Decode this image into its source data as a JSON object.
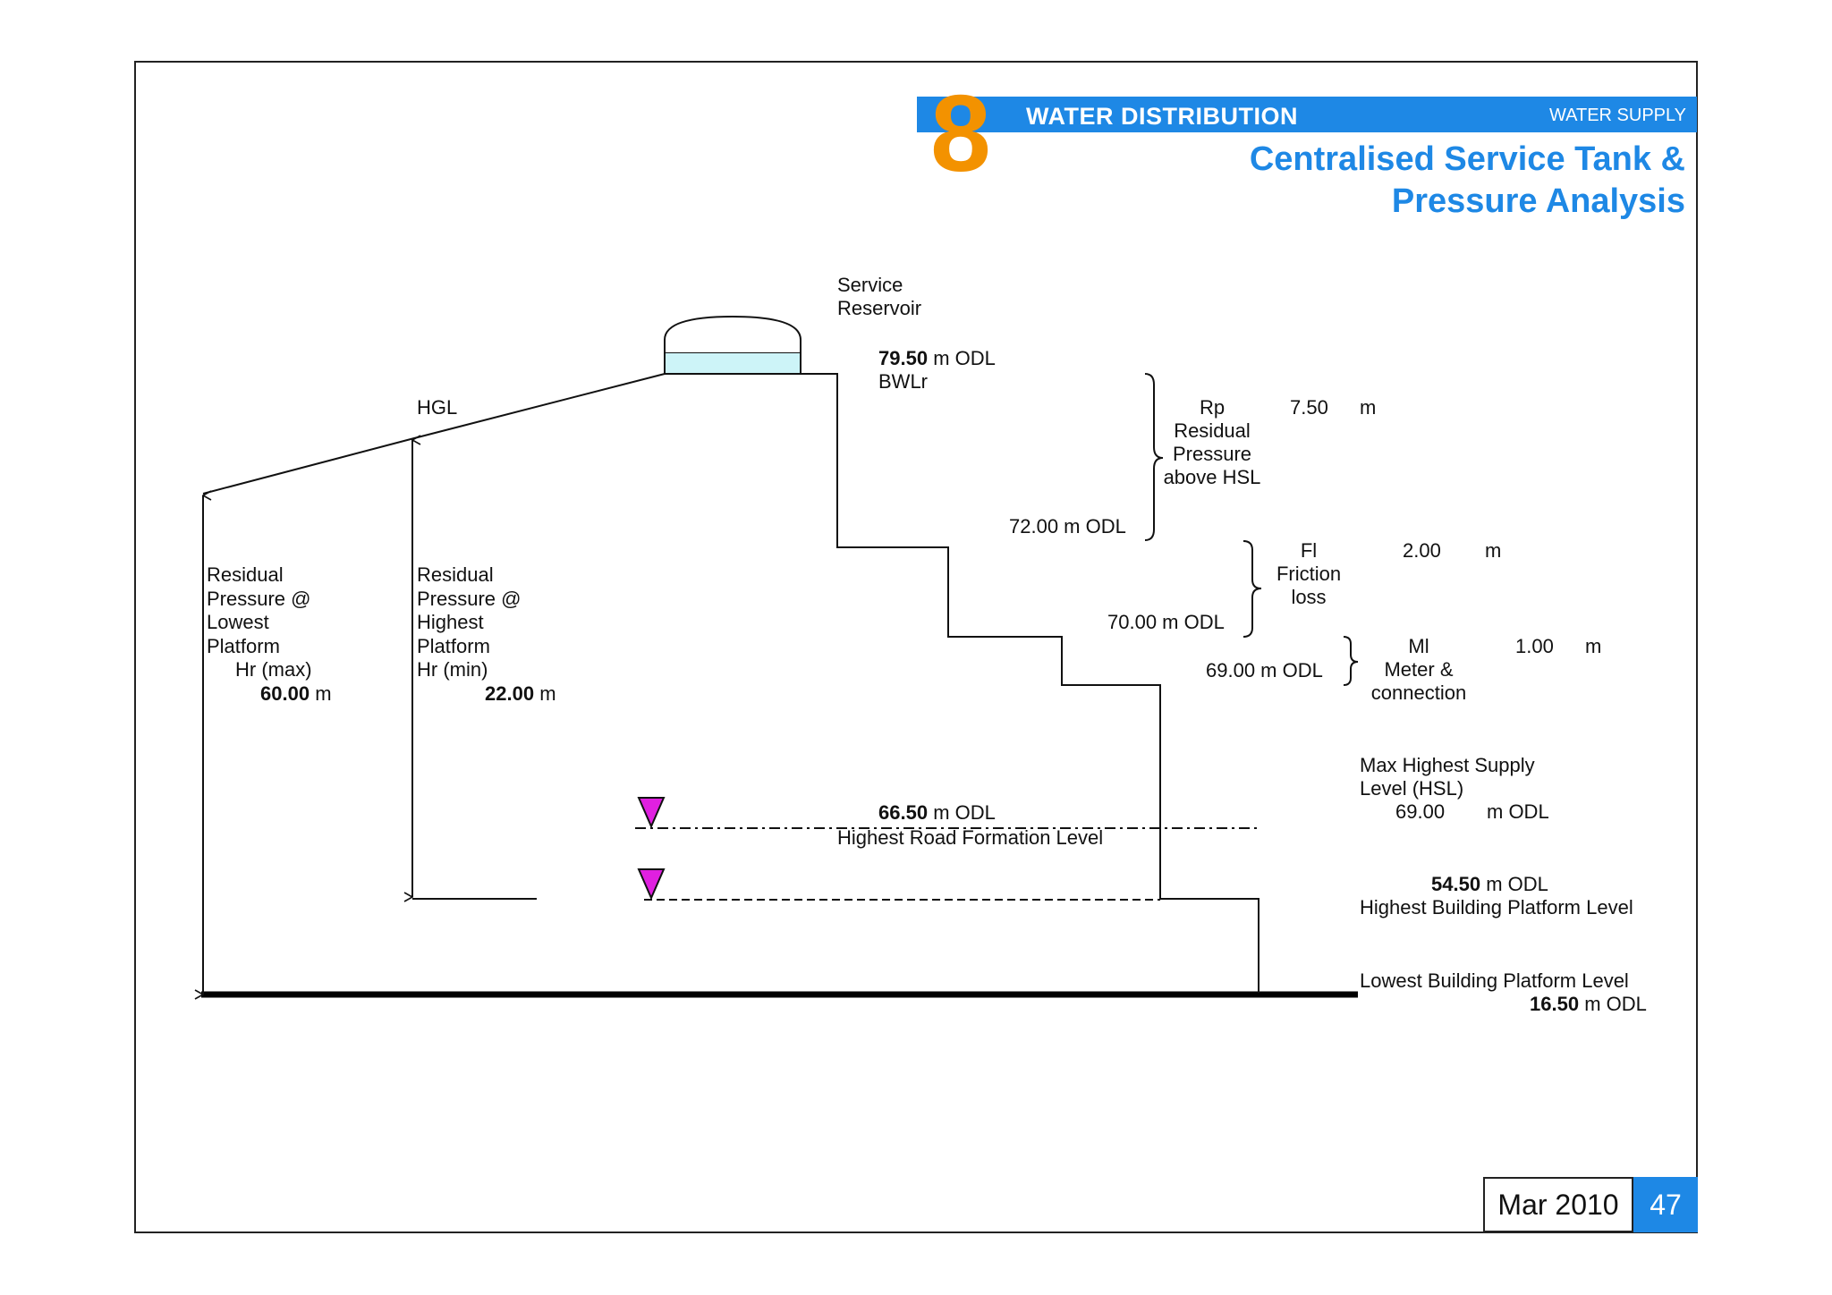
{
  "header": {
    "chapter_number": "8",
    "section_title": "WATER DISTRIBUTION",
    "category": "WATER SUPPLY",
    "subtitle_line1": "Centralised Service Tank &",
    "subtitle_line2": "Pressure Analysis"
  },
  "colors": {
    "accent_blue": "#1e88e5",
    "chapter_orange": "#f39200",
    "marker_magenta": "#e020e0",
    "reservoir_fill": "#cdf4f8"
  },
  "diagram": {
    "reservoir": {
      "line1": "Service",
      "line2": "Reservoir"
    },
    "bwl": {
      "value": "79.50",
      "unit": "m ODL",
      "label": "BWLr"
    },
    "hgl_label": "HGL",
    "level_72": "72.00  m ODL",
    "level_70": "70.00  m ODL",
    "level_69": "69.00  m ODL",
    "rp": {
      "line1": "Rp",
      "line2": "Residual",
      "line3": "Pressure",
      "line4": "above HSL",
      "value": "7.50",
      "unit": "m"
    },
    "fl": {
      "line1": "Fl",
      "line2": "Friction",
      "line3": "loss",
      "value": "2.00",
      "unit": "m"
    },
    "ml": {
      "line1": "Ml",
      "line2": "Meter &",
      "line3": "connection",
      "value": "1.00",
      "unit": "m"
    },
    "hsl": {
      "line1": "Max Highest Supply",
      "line2": "Level (HSL)",
      "value": "69.00",
      "unit": "m ODL"
    },
    "lowest_pressure": {
      "line1": "Residual",
      "line2": "Pressure @",
      "line3": "Lowest",
      "line4": "Platform",
      "line5": "Hr (max)",
      "value": "60.00",
      "unit": "m"
    },
    "highest_pressure": {
      "line1": "Residual",
      "line2": "Pressure @",
      "line3": "Highest",
      "line4": "Platform",
      "line5": "Hr (min)",
      "value": "22.00",
      "unit": "m"
    },
    "road": {
      "value": "66.50",
      "unit": "m ODL",
      "label": "Highest Road Formation Level"
    },
    "highest_platform": {
      "value": "54.50",
      "unit": "m ODL",
      "label": "Highest Building Platform Level"
    },
    "lowest_platform": {
      "label": "Lowest Building Platform Level",
      "value": "16.50",
      "unit": "m ODL"
    }
  },
  "footer": {
    "date": "Mar 2010",
    "page": "47"
  }
}
